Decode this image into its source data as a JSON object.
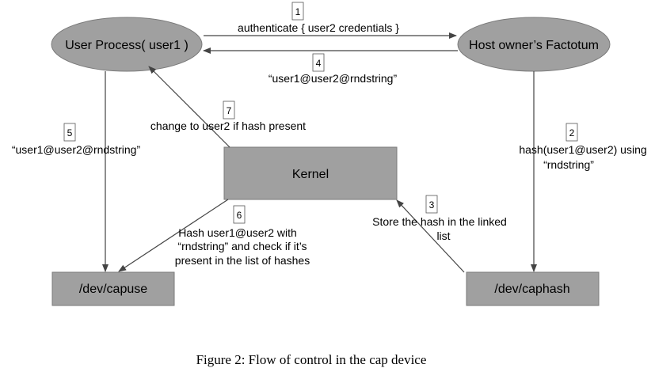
{
  "nodes": {
    "user_process": "User Process( user1 )",
    "factotum": "Host owner’s Factotum",
    "kernel": "Kernel",
    "capuse": "/dev/capuse",
    "caphash": "/dev/caphash"
  },
  "steps": {
    "s1": {
      "num": "1",
      "lines": [
        "authenticate { user2 credentials }"
      ]
    },
    "s2": {
      "num": "2",
      "lines": [
        "hash(user1@user2) using",
        "“rndstring”"
      ]
    },
    "s3": {
      "num": "3",
      "lines": [
        "Store the hash in the linked",
        "list"
      ]
    },
    "s4": {
      "num": "4",
      "lines": [
        "“user1@user2@rndstring”"
      ]
    },
    "s5": {
      "num": "5",
      "lines": [
        "“user1@user2@rndstring”"
      ]
    },
    "s6": {
      "num": "6",
      "lines": [
        "Hash user1@user2 with",
        "“rndstring” and check if it’s",
        "present in the list of hashes"
      ]
    },
    "s7": {
      "num": "7",
      "lines": [
        "change to user2 if hash present"
      ]
    }
  },
  "caption": "Figure 2: Flow of control in the cap device"
}
